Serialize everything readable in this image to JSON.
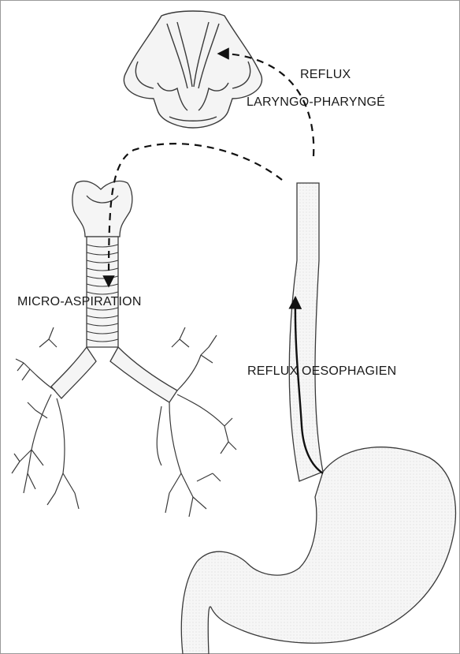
{
  "labels": {
    "reflux_line1": "REFLUX",
    "reflux_line2": "LARYNGO-PHARYNGÉ",
    "micro_aspiration": "MICRO-ASPIRATION",
    "reflux_oesophagien": "REFLUX OESOPHAGIEN"
  },
  "colors": {
    "outline": "#3a3a3a",
    "fill": "#f4f4f4",
    "arrow": "#111111",
    "frame": "#999999"
  },
  "icons": [
    "larynx-icon",
    "trachea-bronchi-icon",
    "esophagus-icon",
    "stomach-icon"
  ]
}
